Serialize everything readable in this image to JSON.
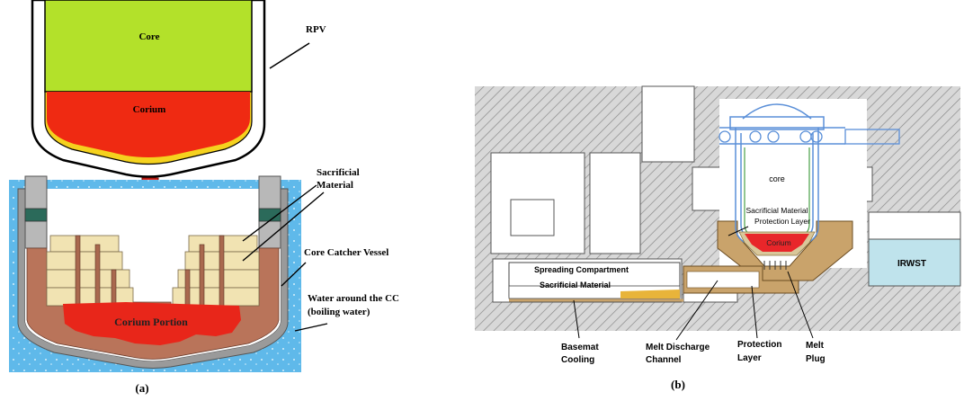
{
  "panel_a": {
    "caption": "(a)",
    "labels": {
      "core": "Core",
      "corium": "Corium",
      "rpv": "RPV",
      "sacrificial_l1": "Sacrificial",
      "sacrificial_l2": "Material",
      "vessel": "Core Catcher Vessel",
      "water_l1": "Water around the CC",
      "water_l2": "(boiling water)",
      "corium_portion": "Corium Portion"
    },
    "colors": {
      "core": "#b3e12a",
      "corium": "#ef2a12",
      "water": "#5fb9ea",
      "sacrificial": "#f1e3b2",
      "brick": "#b9745a",
      "shell": "#9a9a9a",
      "lower_layer": "#f5d21e"
    }
  },
  "panel_b": {
    "caption": "(b)",
    "labels": {
      "core": "core",
      "sacrificial_material": "Sacrificial Material",
      "protection_layer": "Protection Layer",
      "corium": "Corium",
      "irwst": "IRWST",
      "spreading_compartment": "Spreading Compartment",
      "spreading_sacrificial": "Sacrificial Material",
      "basemat_l1": "Basemat",
      "basemat_l2": "Cooling",
      "discharge_l1": "Melt Discharge",
      "discharge_l2": "Channel",
      "protection_l1": "Protection",
      "protection_l2": "Layer",
      "plug_l1": "Melt",
      "plug_l2": "Plug"
    },
    "colors": {
      "concrete": "#c8c8c8",
      "vessel_line": "#5a8fd8",
      "irwst": "#bfe3ec",
      "protection": "#c9a36b",
      "sacrificial": "#e8b43a",
      "corium": "#e8262a"
    }
  }
}
